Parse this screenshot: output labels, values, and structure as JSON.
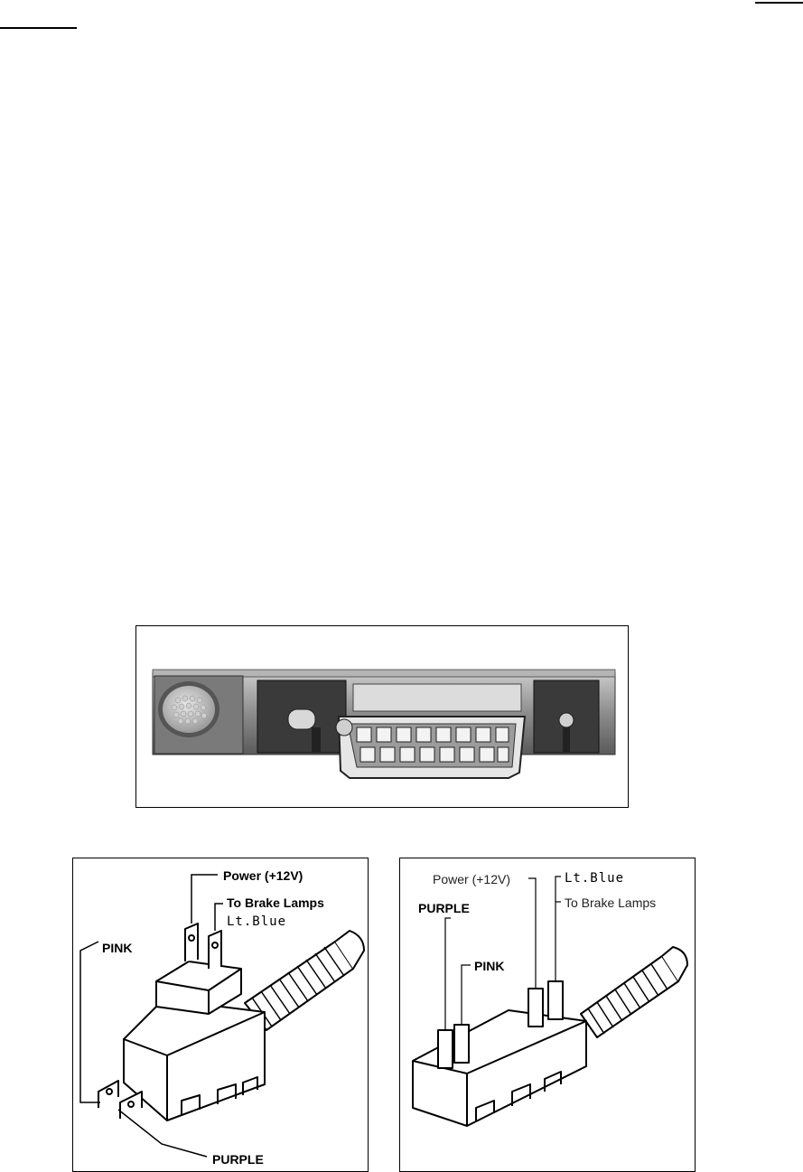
{
  "left_diagram": {
    "power": "Power (+12V)",
    "brake": "To Brake Lamps",
    "ltblue": "Lt.Blue",
    "pink": "PINK",
    "purple": "PURPLE"
  },
  "right_diagram": {
    "power": "Power (+12V)",
    "ltblue": "Lt.Blue",
    "purple": "PURPLE",
    "brake": "To Brake Lamps",
    "pink": "PINK"
  }
}
